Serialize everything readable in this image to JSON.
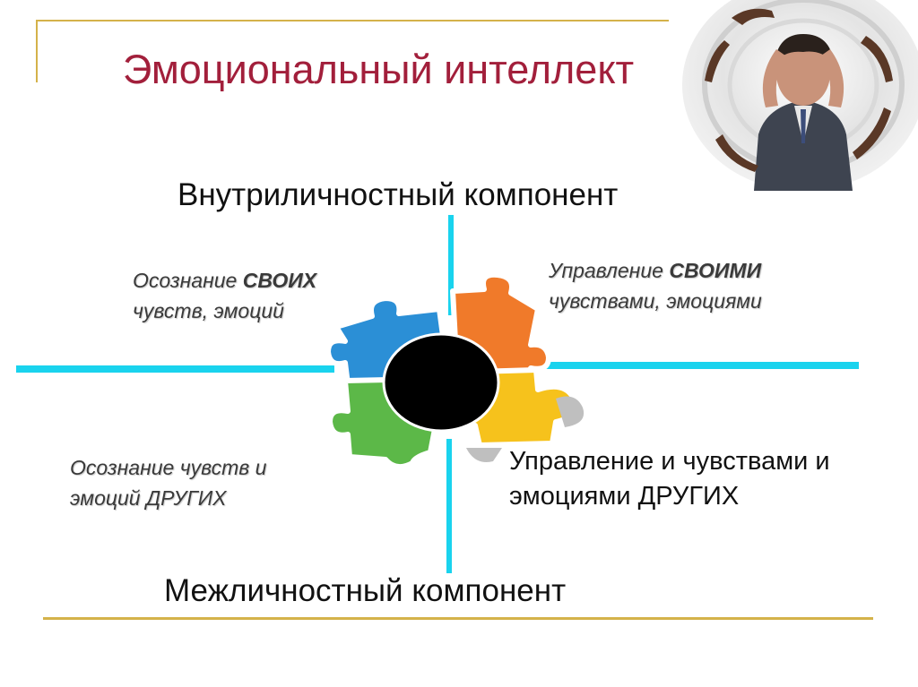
{
  "title": "Эмоциональный интеллект",
  "components": {
    "top": "Внутриличностный  компонент",
    "bottom": "Межличностный  компонент"
  },
  "quadrants": {
    "top_left": {
      "line1_prefix": "Осознание ",
      "line1_emphasis": "СВОИХ",
      "line2": "чувств, эмоций"
    },
    "top_right": {
      "line1_prefix": "Управление ",
      "line1_emphasis": "СВОИМИ",
      "line2": "чувствами, эмоциями"
    },
    "bottom_left": {
      "line1": "Осознание чувств и",
      "line2": "эмоций ДРУГИХ"
    },
    "bottom_right": {
      "line1": "Управление и чувствами и",
      "line2": "эмоциями ДРУГИХ"
    }
  },
  "colors": {
    "title": "#a21f3b",
    "axis": "#19d3ee",
    "decorative_lines": "#d4b24a",
    "puzzle_blue": "#2b8fd6",
    "puzzle_orange": "#f07a2a",
    "puzzle_green": "#5cb848",
    "puzzle_yellow": "#f6c21c",
    "center_circle": "#000000"
  },
  "icons": {
    "puzzle": "puzzle-pieces-icon",
    "photo": "stressed-man-photo"
  }
}
